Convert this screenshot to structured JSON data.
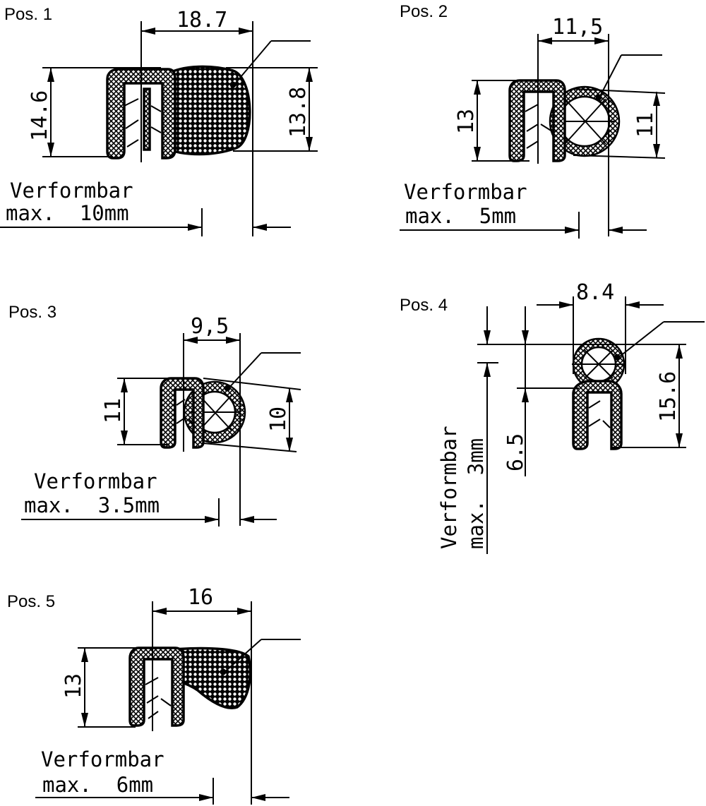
{
  "positions": [
    {
      "label": "Pos. 1",
      "width": "18.7",
      "height_left": "14.6",
      "height_right": "13.8",
      "deform_line1": "Verformbar",
      "deform_line2": "max.  10mm"
    },
    {
      "label": "Pos. 2",
      "width": "11,5",
      "height_left": "13",
      "height_right": "11",
      "deform_line1": "Verformbar",
      "deform_line2": "max.  5mm"
    },
    {
      "label": "Pos. 3",
      "width": "9,5",
      "height_left": "11",
      "height_right": "10",
      "deform_line1": "Verformbar",
      "deform_line2": "max.  3.5mm"
    },
    {
      "label": "Pos. 4",
      "width": "8.4",
      "height_left": "6.5",
      "height_right": "15.6",
      "deform_line1": "Verformbar",
      "deform_line2": "max.  3mm"
    },
    {
      "label": "Pos. 5",
      "width": "16",
      "height_left": "13",
      "deform_line1": "Verformbar",
      "deform_line2": "max.  6mm"
    }
  ],
  "colors": {
    "ink": "#000000",
    "paper": "#ffffff"
  }
}
